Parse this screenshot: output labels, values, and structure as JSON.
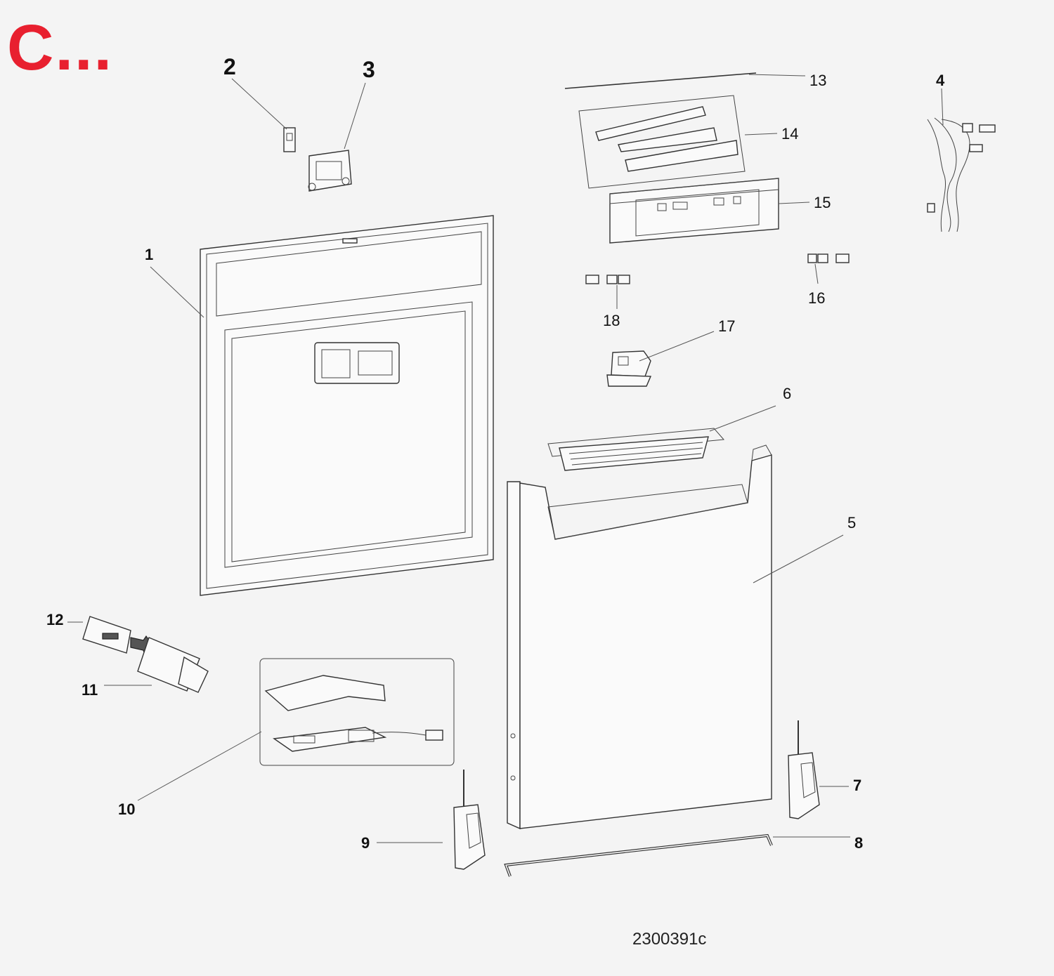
{
  "brand": {
    "logo_text": "C..."
  },
  "diagram": {
    "code": "2300391c"
  },
  "callouts": {
    "c1": "1",
    "c2": "2",
    "c3": "3",
    "c4": "4",
    "c5": "5",
    "c6": "6",
    "c7": "7",
    "c8": "8",
    "c9": "9",
    "c10": "10",
    "c11": "11",
    "c12": "12",
    "c13": "13",
    "c14": "14",
    "c15": "15",
    "c16": "16",
    "c17": "17",
    "c18": "18"
  },
  "colors": {
    "brand": "#e8202f",
    "line": "#333333",
    "background": "#f4f4f4"
  }
}
